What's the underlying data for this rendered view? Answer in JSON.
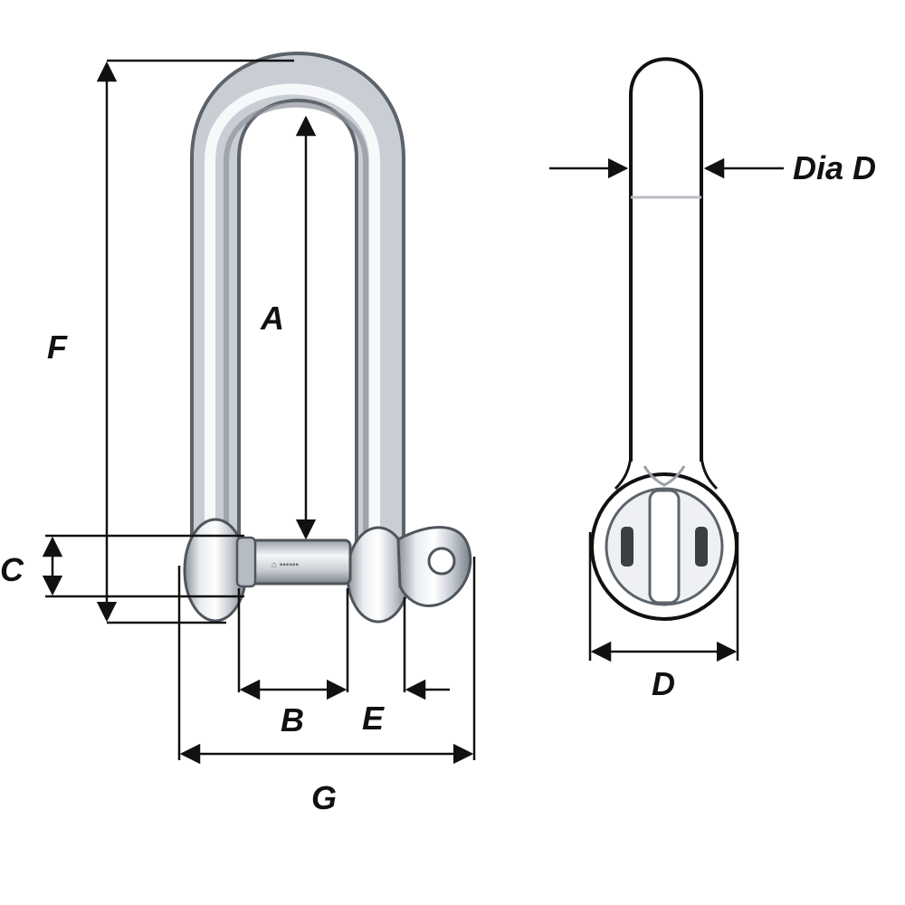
{
  "labels": {
    "a": "A",
    "b": "B",
    "c": "C",
    "d": "D",
    "e": "E",
    "f": "F",
    "g": "G",
    "dia_d": "Dia D"
  },
  "colors": {
    "line": "#111111",
    "steel_light": "#eef0f3",
    "steel_mid": "#b9bec6",
    "steel_dark": "#6e747d",
    "background": "#ffffff"
  }
}
